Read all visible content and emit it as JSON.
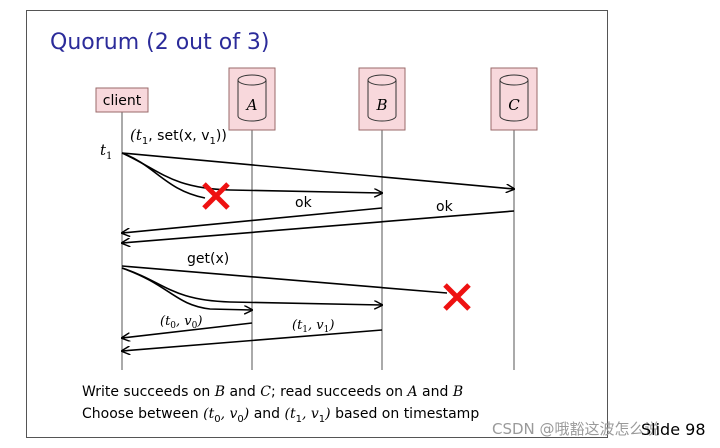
{
  "title": "Quorum (2 out of 3)",
  "participants": {
    "client": "client",
    "a": "A",
    "b": "B",
    "c": "C"
  },
  "time_label": "t",
  "time_sub": "1",
  "messages": {
    "write_pre": "(t",
    "write_sub": "1",
    "write_post": ", set(x, v",
    "write_sub2": "1",
    "write_end": "))",
    "ok_b": "ok",
    "ok_c": "ok",
    "read": "get(x)",
    "reply_a_pre": "(t",
    "reply_a_sub": "0",
    "reply_a_mid": ", v",
    "reply_a_sub2": "0",
    "reply_a_end": ")",
    "reply_b_pre": "(t",
    "reply_b_sub": "1",
    "reply_b_mid": ", v",
    "reply_b_sub2": "1",
    "reply_b_end": ")"
  },
  "caption": {
    "line1_a": "Write succeeds on ",
    "line1_b": "B",
    "line1_c": " and ",
    "line1_d": "C",
    "line1_e": "; read succeeds on ",
    "line1_f": "A",
    "line1_g": " and ",
    "line1_h": "B",
    "line2_a": "Choose between ",
    "line2_b": "(t",
    "line2_b_sub": "0",
    "line2_c": ", v",
    "line2_c_sub": "0",
    "line2_d": ")",
    "line2_e": " and ",
    "line2_f": "(t",
    "line2_f_sub": "1",
    "line2_g": ", v",
    "line2_g_sub": "1",
    "line2_h": ")",
    "line2_i": " based on timestamp"
  },
  "watermark": "CSDN @哦豁这波怎么说",
  "slide_number": "Slide 98",
  "colors": {
    "title": "#2b2b9a",
    "node_fill": "#f8d8dc",
    "fail_cross": "#ee1111"
  }
}
